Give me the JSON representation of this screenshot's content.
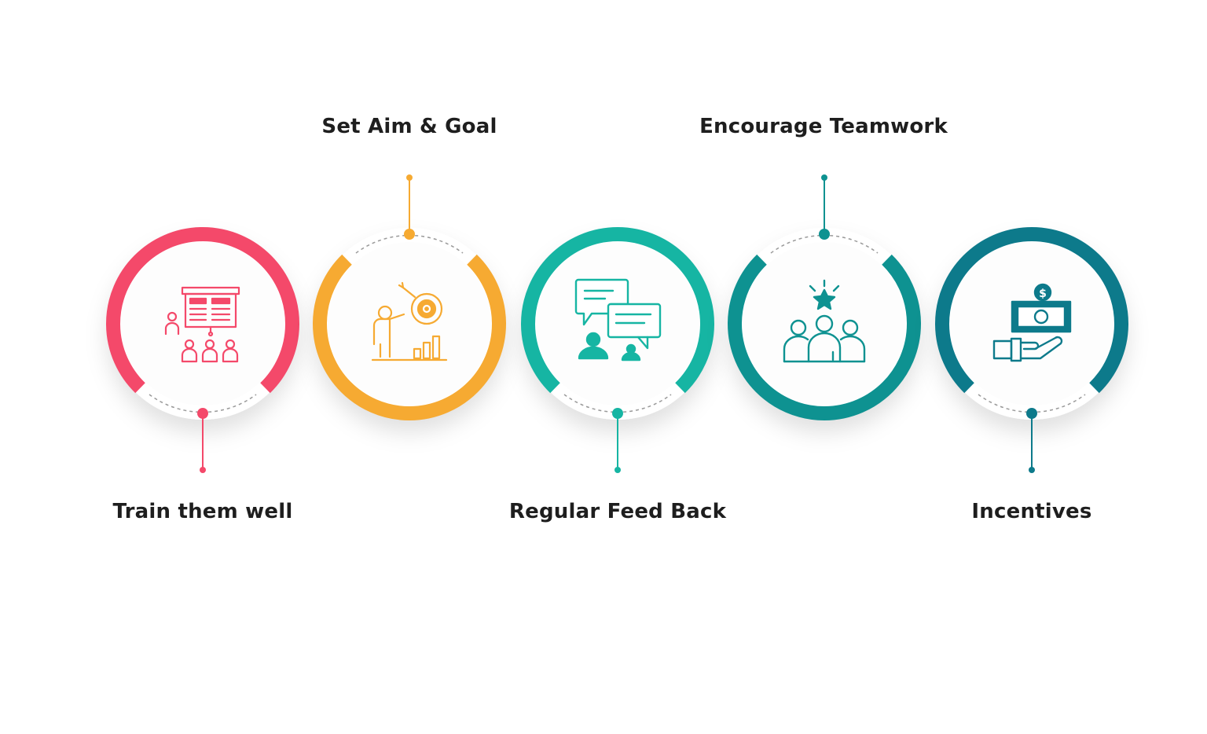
{
  "steps": [
    {
      "label": "Train them well",
      "color": "#f4496a",
      "icon": "training-presentation-icon"
    },
    {
      "label": "Set Aim & Goal",
      "color": "#f6aa32",
      "icon": "target-goal-icon"
    },
    {
      "label": "Regular Feed Back",
      "color": "#16b5a3",
      "icon": "chat-feedback-icon"
    },
    {
      "label": "Encourage Teamwork",
      "color": "#0e9291",
      "icon": "team-star-icon"
    },
    {
      "label": "Incentives",
      "color": "#0d7a8b",
      "icon": "money-hand-icon"
    }
  ]
}
